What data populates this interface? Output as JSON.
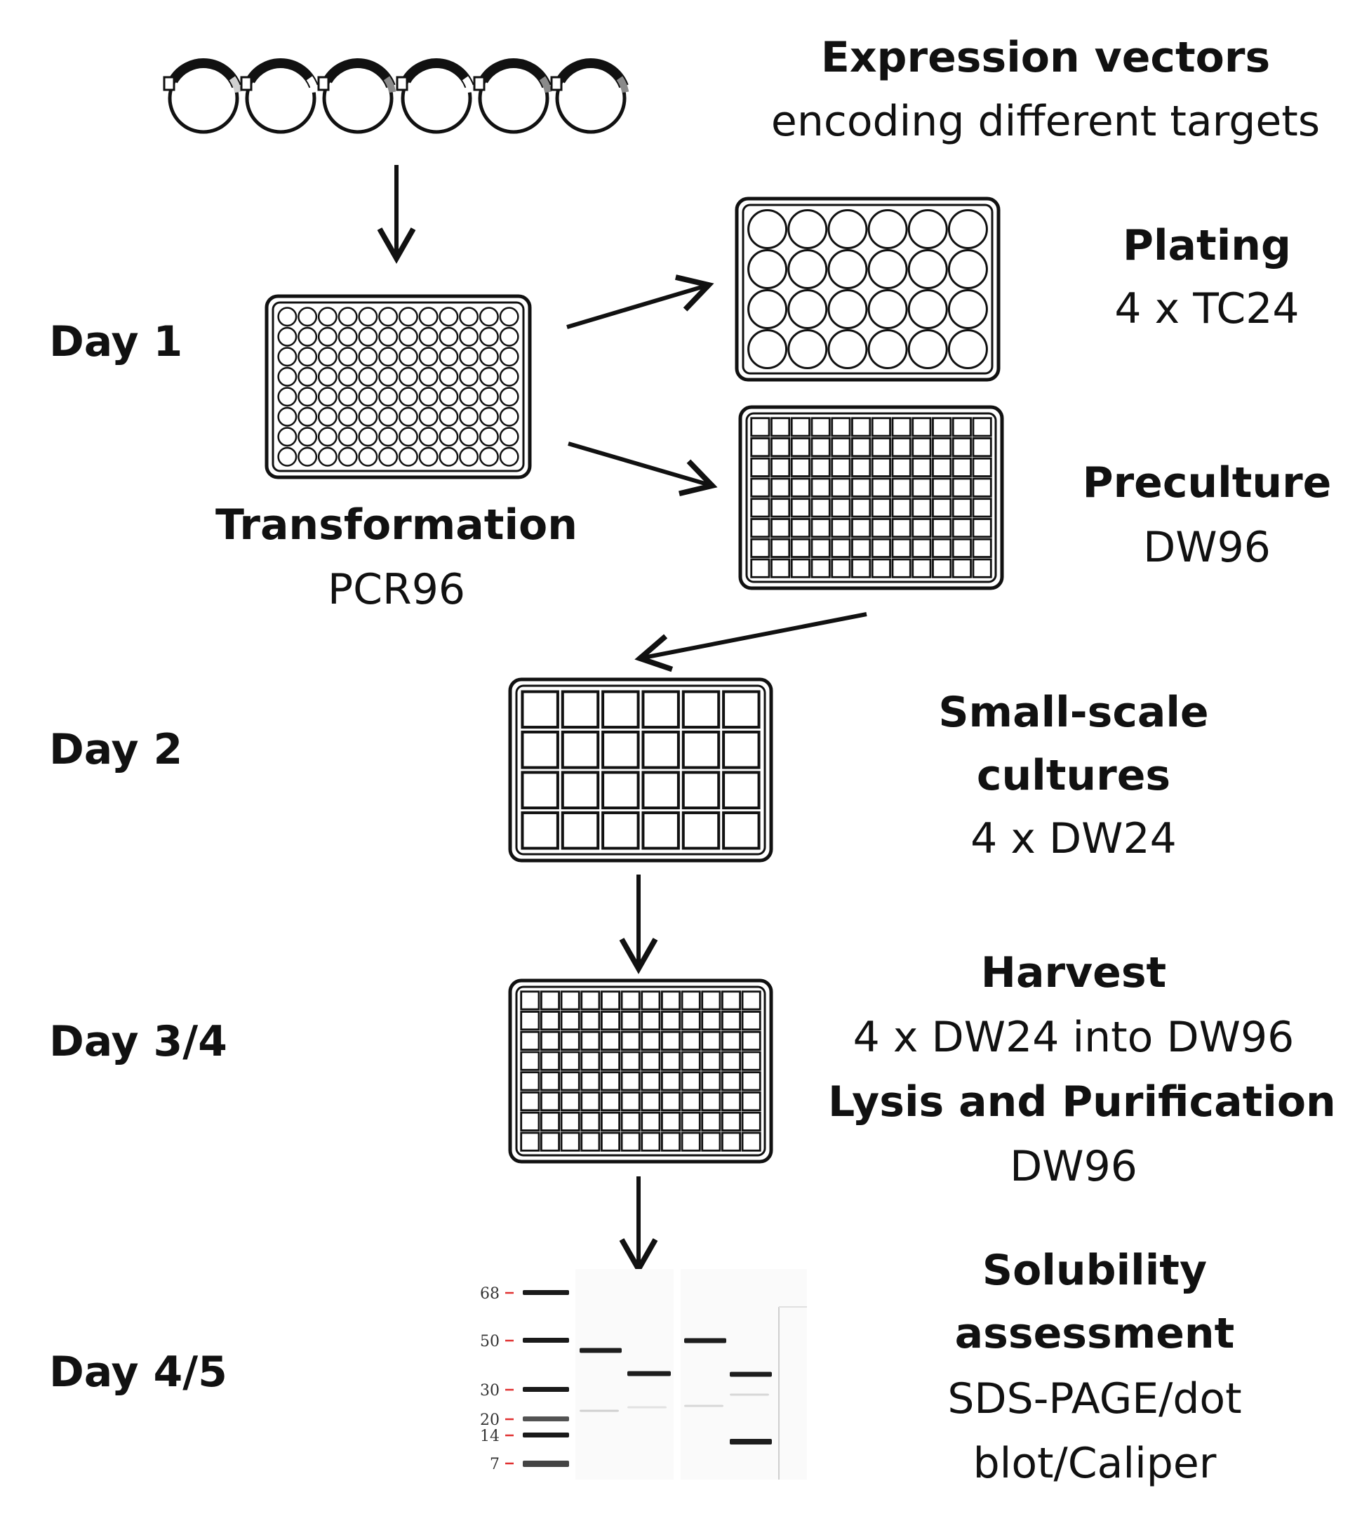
{
  "days": {
    "day1": "Day 1",
    "day2": "Day 2",
    "day34": "Day 3/4",
    "day45": "Day 4/5"
  },
  "steps": {
    "vectors": {
      "title": "Expression vectors",
      "sub": "encoding different targets"
    },
    "transformation": {
      "title": "Transformation",
      "sub": "PCR96"
    },
    "plating": {
      "title": "Plating",
      "sub": "4 x TC24"
    },
    "preculture": {
      "title": "Preculture",
      "sub": "DW96"
    },
    "small_scale": {
      "title_line1": "Small-scale",
      "title_line2": "cultures",
      "sub": "4 x DW24"
    },
    "harvest": {
      "title": "Harvest",
      "sub": "4 x DW24 into DW96"
    },
    "lysis": {
      "title": "Lysis and Purification",
      "sub": "DW96"
    },
    "solubility": {
      "title_line1": "Solubility",
      "title_line2": "assessment",
      "sub_line1": "SDS-PAGE/dot",
      "sub_line2": "blot/Caliper"
    }
  },
  "gel": {
    "ladder_labels": [
      "68",
      "50",
      "30",
      "20",
      "14",
      "7"
    ],
    "ladder_values": [
      68,
      50,
      30,
      20,
      14,
      7
    ]
  },
  "colors": {
    "ink": "#111111",
    "tick": "#e03030",
    "insert": "#8a8a8a",
    "light_insert": "#d0d0d0"
  }
}
